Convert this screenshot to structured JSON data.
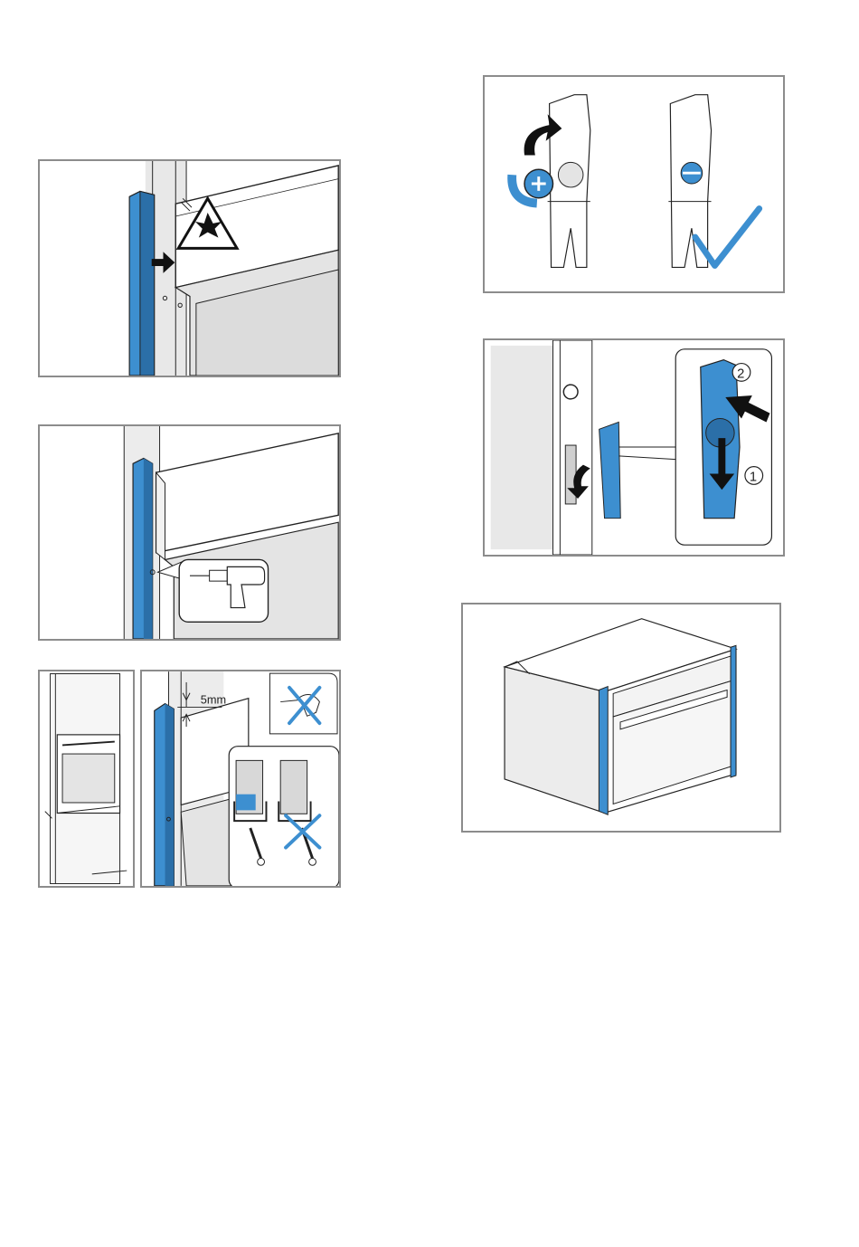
{
  "colors": {
    "accent": "#3d8fd0",
    "frame": "#8c8c8c",
    "shade": "#e4e4e4",
    "line": "#222222"
  },
  "icons": [
    "arrow-right-icon",
    "hand-crush-warning-icon",
    "drill-icon",
    "no-drill-icon",
    "screw-icon",
    "cross-icon",
    "rotate-arrow-icon",
    "checkmark-icon",
    "down-arrow-icon",
    "push-arrow-icon",
    "oven-appliance-icon"
  ],
  "labels": {
    "gap": "5mm",
    "step1": "1",
    "step2": "2"
  }
}
